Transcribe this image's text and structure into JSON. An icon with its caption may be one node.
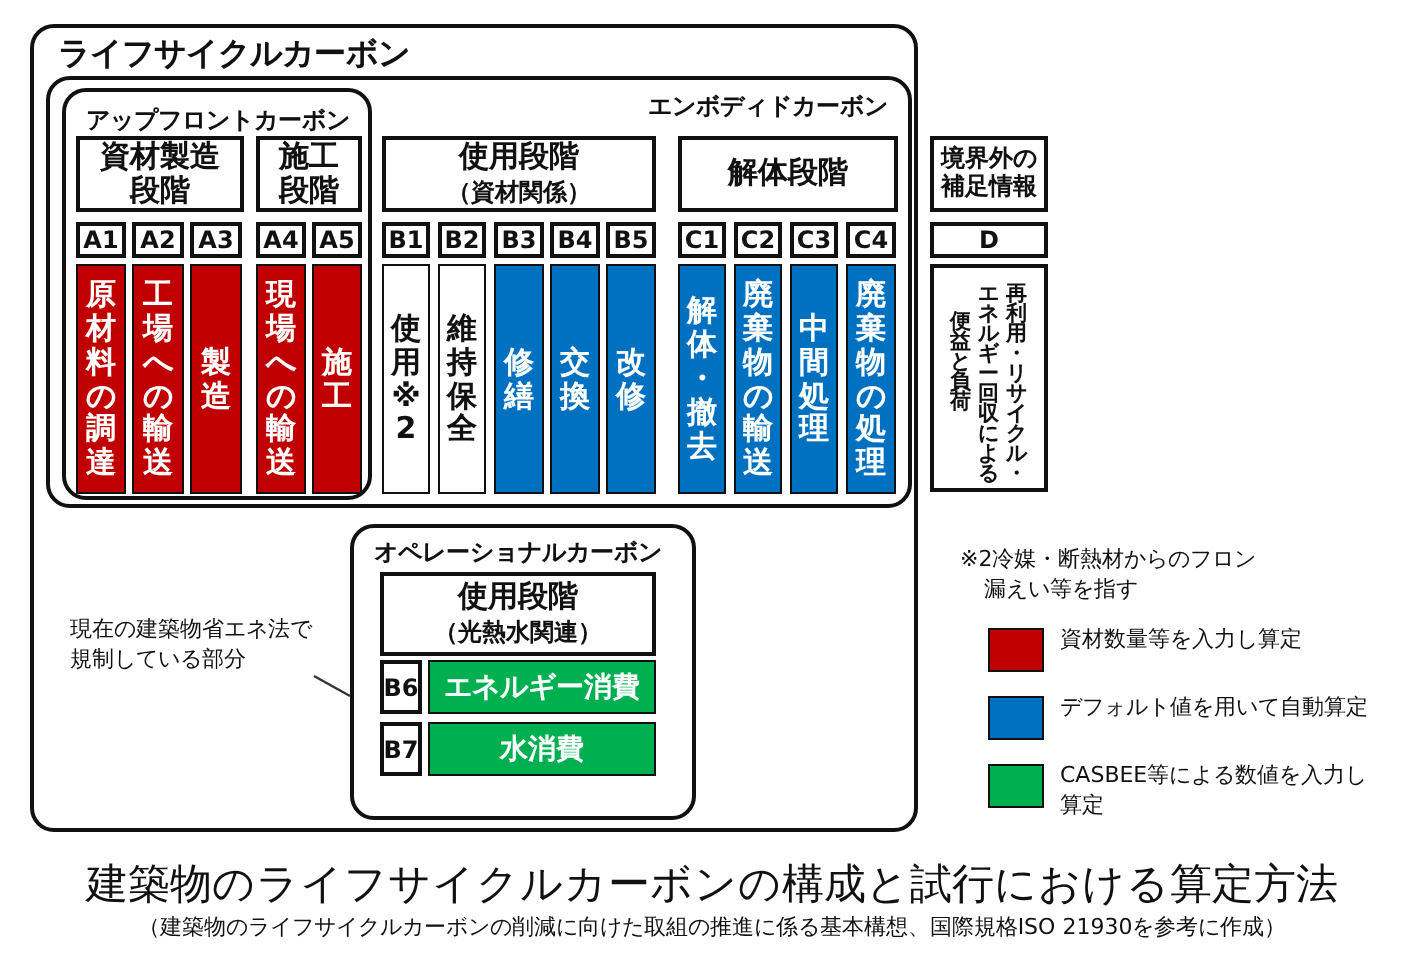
{
  "diagram": {
    "title": "建築物のライフサイクルカーボンの構成と試行における算定方法",
    "caption": "（建築物のライフサイクルカーボンの削減に向けた取組の推進に係る基本構想、国際規格ISO 21930を参考に作成）",
    "nodes": [
      {
        "text": [
          "ライフサイクルカーボン"
        ]
      },
      {
        "text": [
          "エンボディドカーボン"
        ],
        "in": 0
      },
      {
        "text": [
          "アップフロントカーボン"
        ],
        "in": 1
      },
      {
        "text": [
          "資材製造段階"
        ],
        "in": 2
      },
      {
        "text": [
          "施工段階"
        ],
        "in": 2
      },
      {
        "text": [
          "A1"
        ],
        "in": 2
      },
      {
        "text": [
          "A2"
        ],
        "in": 2
      },
      {
        "text": [
          "A3"
        ],
        "in": 2
      },
      {
        "text": [
          "A4"
        ],
        "in": 2
      },
      {
        "text": [
          "A5"
        ],
        "in": 2
      },
      {
        "text": [
          "原材料の調達"
        ],
        "in": 2
      },
      {
        "text": [
          "工場への輸送"
        ],
        "in": 2
      },
      {
        "text": [
          "製造"
        ],
        "in": 2
      },
      {
        "text": [
          "現場への輸送"
        ],
        "in": 2
      },
      {
        "text": [
          "施工"
        ],
        "in": 2
      },
      {
        "text": [
          "使用段階",
          "（資材関係）"
        ],
        "in": 1
      },
      {
        "text": [
          "B1"
        ],
        "in": 1
      },
      {
        "text": [
          "B2"
        ],
        "in": 1
      },
      {
        "text": [
          "B3"
        ],
        "in": 1
      },
      {
        "text": [
          "B4"
        ],
        "in": 1
      },
      {
        "text": [
          "B5"
        ],
        "in": 1
      },
      {
        "text": [
          "使用※2"
        ],
        "in": 1
      },
      {
        "text": [
          "維持保全"
        ],
        "in": 1
      },
      {
        "text": [
          "修繕"
        ],
        "in": 1
      },
      {
        "text": [
          "交換"
        ],
        "in": 1
      },
      {
        "text": [
          "改修"
        ],
        "in": 1
      },
      {
        "text": [
          "解体段階"
        ],
        "in": 1
      },
      {
        "text": [
          "C1"
        ],
        "in": 1
      },
      {
        "text": [
          "C2"
        ],
        "in": 1
      },
      {
        "text": [
          "C3"
        ],
        "in": 1
      },
      {
        "text": [
          "C4"
        ],
        "in": 1
      },
      {
        "text": [
          "解体・撤去"
        ],
        "in": 1
      },
      {
        "text": [
          "廃棄物の輸送"
        ],
        "in": 1
      },
      {
        "text": [
          "中間処理"
        ],
        "in": 1
      },
      {
        "text": [
          "廃棄物の処理"
        ],
        "in": 1
      },
      {
        "text": [
          "境界外の補足情報"
        ]
      },
      {
        "text": [
          "D"
        ]
      },
      {
        "text": [
          "便益と負荷",
          "エネルギー回収による",
          "再利用・リサイクル・"
        ]
      },
      {
        "text": [
          "オペレーショナルカーボン"
        ],
        "in": 0
      },
      {
        "text": [
          "使用段階",
          "（光熱水関連）"
        ],
        "in": 38
      },
      {
        "text": [
          "B6"
        ],
        "in": 38
      },
      {
        "text": [
          "エネルギー消費"
        ],
        "in": 38
      },
      {
        "text": [
          "B7"
        ],
        "in": 38
      },
      {
        "text": [
          "水消費"
        ],
        "in": 38
      },
      {
        "text": [
          "現在の建築物省エネ法で規制している部分"
        ],
        "in": 0
      }
    ],
    "edges": [
      {
        "from": 44,
        "to": 38,
        "arrow": "none"
      }
    ],
    "labels": [
      "※2冷媒・断熱材からのフロン漏えい等を指す"
    ],
    "legend": [
      {
        "text": "資材数量等を入力し算定",
        "color": "#c00000"
      },
      {
        "text": "デフォルト値を用いて自動算定",
        "color": "#0070c0"
      },
      {
        "text": "CASBEE等による数値を入力し算定",
        "color": "#00b050"
      }
    ]
  }
}
